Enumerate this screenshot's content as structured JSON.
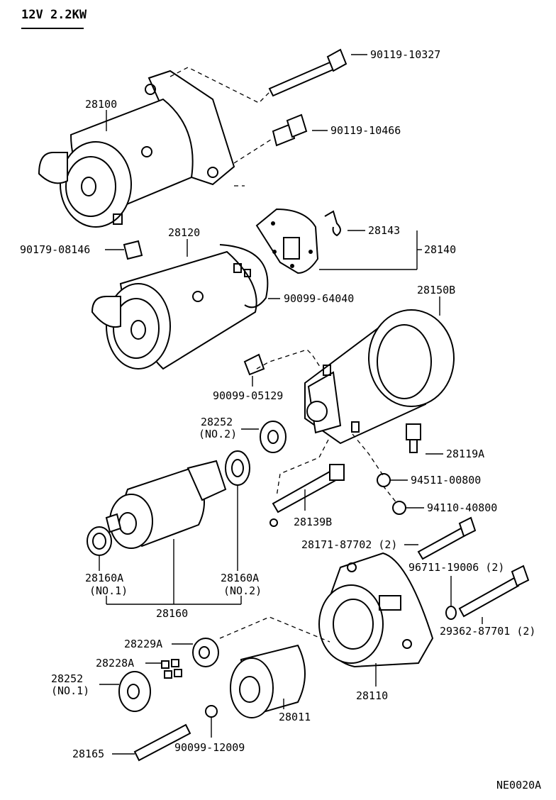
{
  "title": "12V 2.2KW",
  "ref_code": "NE0020A",
  "labels": {
    "p28100": "28100",
    "p90119_10327": "90119-10327",
    "p90119_10466": "90119-10466",
    "p90179_08146": "90179-08146",
    "p28120": "28120",
    "p28143": "28143",
    "p28140": "28140",
    "p90099_64040": "90099-64040",
    "p28150B": "28150B",
    "p90099_05129": "90099-05129",
    "p28252_no2_a": "28252",
    "p28252_no2_b": "(NO.2)",
    "p28119A": "28119A",
    "p94511_00800": "94511-00800",
    "p94110_40800": "94110-40800",
    "p28139B": "28139B",
    "p28171_87702": "28171-87702 (2)",
    "p96711_19006": "96711-19006 (2)",
    "p29362_87701": "29362-87701 (2)",
    "p28160A_no1_a": "28160A",
    "p28160A_no1_b": "(NO.1)",
    "p28160A_no2_a": "28160A",
    "p28160A_no2_b": "(NO.2)",
    "p28160": "28160",
    "p28229A": "28229A",
    "p28228A": "28228A",
    "p28252_no1_a": "28252",
    "p28252_no1_b": "(NO.1)",
    "p28110": "28110",
    "p28011": "28011",
    "p28165": "28165",
    "p90099_12009": "90099-12009"
  }
}
